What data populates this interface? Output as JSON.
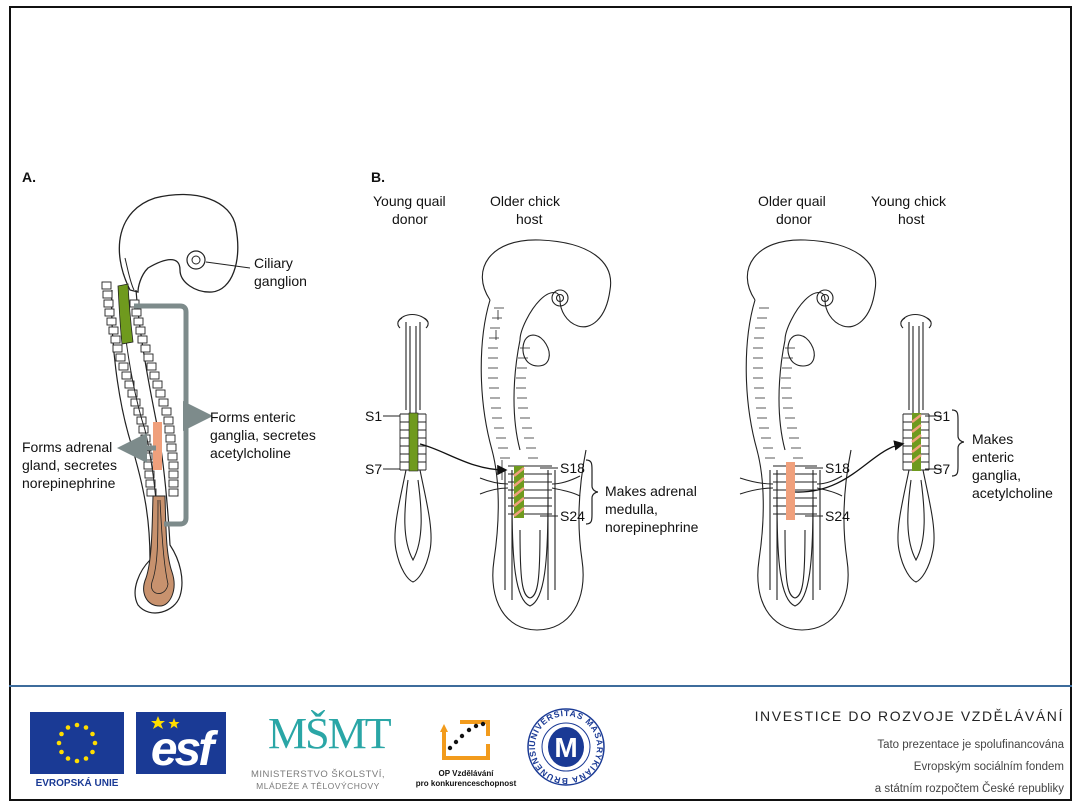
{
  "figure": {
    "panel_a": {
      "label": "A.",
      "ciliary": "Ciliary",
      "ganglion": "ganglion",
      "enteric_line1": "Forms enteric",
      "enteric_line2": "ganglia, secretes",
      "enteric_line3": "acetylcholine",
      "adrenal_line1": "Forms adrenal",
      "adrenal_line2": "gland, secretes",
      "adrenal_line3": "norepinephrine"
    },
    "panel_b": {
      "label": "B.",
      "exp1": {
        "donor_line1": "Young quail",
        "donor_line2": "donor",
        "host_line1": "Older chick",
        "host_line2": "host",
        "s1": "S1",
        "s7": "S7",
        "s18": "S18",
        "s24": "S24",
        "result_line1": "Makes adrenal",
        "result_line2": "medulla,",
        "result_line3": "norepinephrine"
      },
      "exp2": {
        "donor_line1": "Older quail",
        "donor_line2": "donor",
        "host_line1": "Young chick",
        "host_line2": "host",
        "s1": "S1",
        "s7": "S7",
        "s18": "S18",
        "s24": "S24",
        "result_line1": "Makes",
        "result_line2": "enteric",
        "result_line3": "ganglia,",
        "result_line4": "acetylcholine"
      }
    },
    "colors": {
      "vagal_green": "#6f9a1e",
      "trunk_orange": "#f0a07c",
      "gut_brown": "#c8926e",
      "arrow_gray": "#7d8b8b"
    }
  },
  "footer": {
    "eu_label": "EVROPSKÁ UNIE",
    "esf_label": "esf",
    "msmt_logo": "MŠMT",
    "msmt_line1": "MINISTERSTVO ŠKOLSTVÍ,",
    "msmt_line2": "MLÁDEŽE A TĚLOVÝCHOVY",
    "op_line1": "OP Vzdělávání",
    "op_line2": "pro konkurenceschopnost",
    "mu_seal_text": "UNIVERSITAS MASARYKIANA BRUNENSIS",
    "mu_monogram": "M",
    "invest_title": "INVESTICE DO ROZVOJE VZDĚLÁVÁNÍ",
    "invest_line1": "Tato prezentace je spolufinancována",
    "invest_line2": "Evropským sociálním fondem",
    "invest_line3": "a státním rozpočtem České republiky"
  }
}
